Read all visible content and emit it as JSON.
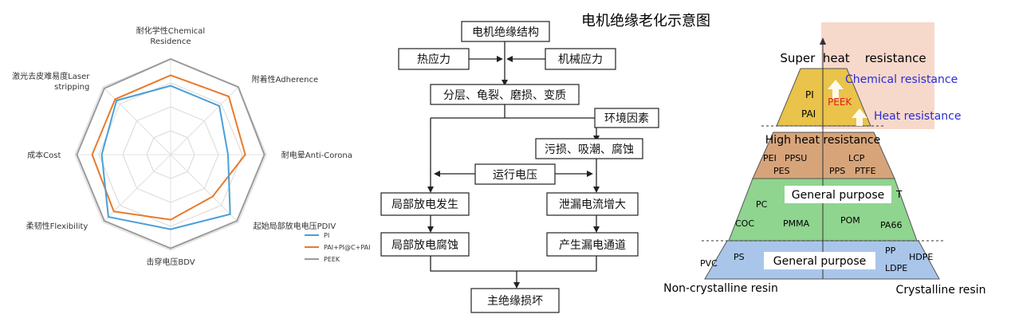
{
  "radar": {
    "axes": [
      {
        "label_lines": [
          "耐化学性Chemical",
          "Residence"
        ]
      },
      {
        "label_lines": [
          "附着性Adherence"
        ]
      },
      {
        "label_lines": [
          "耐电晕Anti-Corona"
        ]
      },
      {
        "label_lines": [
          "起始局部放电电压PDIV"
        ]
      },
      {
        "label_lines": [
          "击穿电压BDV"
        ]
      },
      {
        "label_lines": [
          "柔韧性Flexibility"
        ]
      },
      {
        "label_lines": [
          "成本Cost"
        ]
      },
      {
        "label_lines": [
          "激光去皮难易度Laser",
          "stripping"
        ]
      }
    ],
    "series": [
      {
        "name": "PI",
        "color": "#4a9fd8",
        "values": [
          0.72,
          0.72,
          0.6,
          0.88,
          0.78,
          0.92,
          0.72,
          0.8
        ]
      },
      {
        "name": "PAI+PI@C+PAI",
        "color": "#e87a2c",
        "values": [
          0.83,
          0.86,
          0.78,
          0.62,
          0.68,
          0.84,
          0.82,
          0.82
        ]
      },
      {
        "name": "PEEK",
        "color": "#9a9a9a",
        "values": [
          1.0,
          1.0,
          0.98,
          0.98,
          0.98,
          0.98,
          0.98,
          0.98
        ]
      }
    ]
  },
  "flowchart": {
    "title": "电机绝缘老化示意图",
    "nodes": {
      "structure": "电机绝缘结构",
      "thermal": "热应力",
      "mechanical": "机械应力",
      "degradation": "分层、龟裂、磨损、变质",
      "environment": "环境因素",
      "contamination": "污损、吸潮、腐蚀",
      "voltage": "运行电压",
      "pd_occur": "局部放电发生",
      "leakage_increase": "泄漏电流增大",
      "pd_erosion": "局部放电腐蚀",
      "leakage_path": "产生漏电通道",
      "failure": "主绝缘损坏"
    }
  },
  "pyramid": {
    "top_label": "Super  heat    resistance",
    "chemical_resistance": "Chemical resistance",
    "heat_resistance": "Heat resistance",
    "tier1": {
      "left": [
        "PI",
        "PAI"
      ],
      "right": [
        "PEEK"
      ]
    },
    "tier2": {
      "title": "High heat resistance",
      "left": [
        "PEI",
        "PPSU",
        "PES"
      ],
      "right": [
        "LCP",
        "PPS",
        "PTFE"
      ]
    },
    "tier3": {
      "title": "General purpose",
      "suffix": "T",
      "left": [
        "PC",
        "COC",
        "PMMA"
      ],
      "right": [
        "POM",
        "PA66"
      ]
    },
    "tier4": {
      "title": "General purpose",
      "left": [
        "PVC",
        "PS"
      ],
      "right": [
        "PP",
        "HDPE",
        "LDPE"
      ]
    },
    "bottom_left": "Non-crystalline resin",
    "bottom_right": "Crystalline resin",
    "colors": {
      "tier1": "#e9c34a",
      "tier2": "#d7a47a",
      "tier3": "#8fd48f",
      "tier4": "#a9c6ea",
      "highlight": "#f7d9cc",
      "blue_text": "#2b2bd6",
      "red_text": "#e02020"
    }
  }
}
